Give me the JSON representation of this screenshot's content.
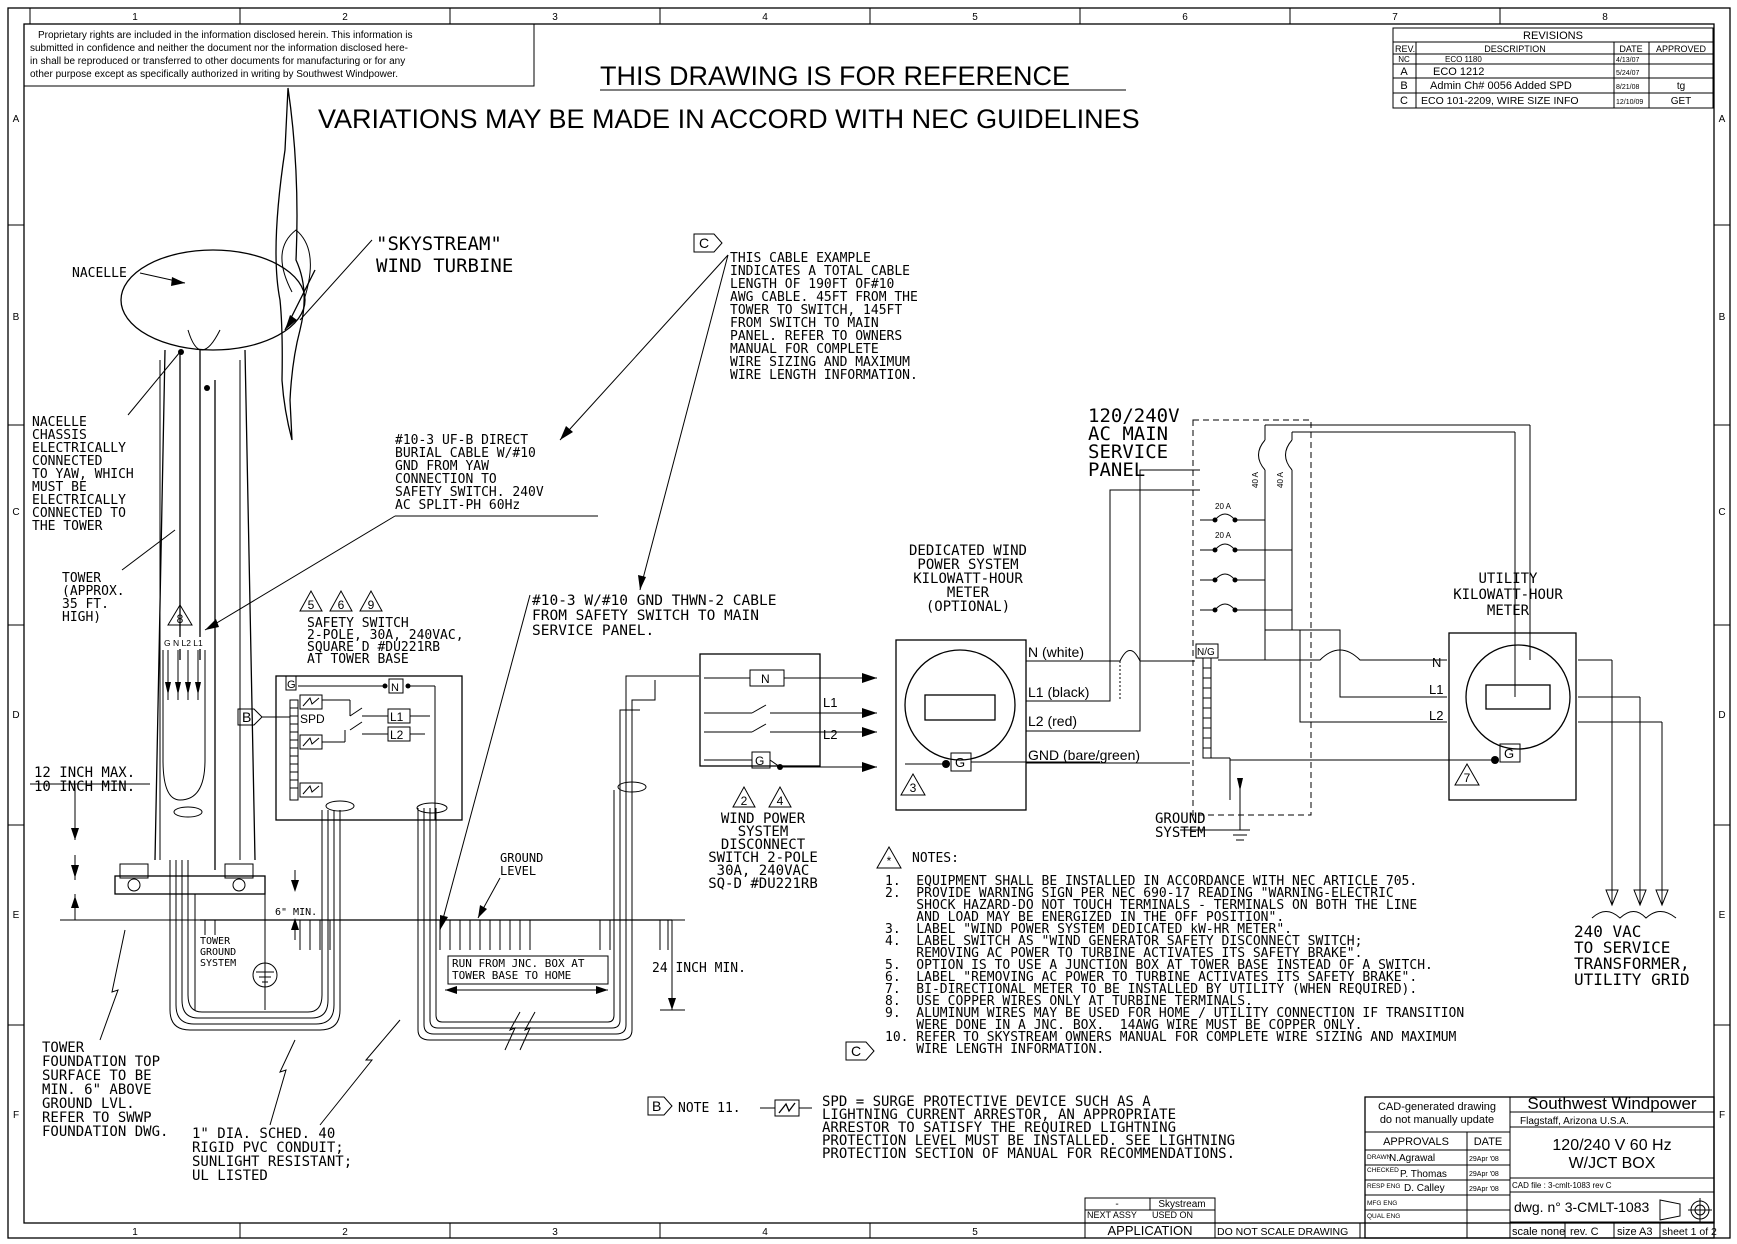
{
  "border": {
    "columns": [
      "1",
      "2",
      "3",
      "4",
      "5",
      "6",
      "7",
      "8"
    ],
    "rows": [
      "A",
      "B",
      "C",
      "D",
      "E",
      "F"
    ]
  },
  "proprietary": [
    "Proprietary rights are included in the information disclosed herein. This information is",
    "submitted in confidence and neither the document nor the information disclosed here-",
    "in shall be reproduced or transferred to other documents for manufacturing or for any",
    "other purpose except as specifically authorized in writing by Southwest Windpower."
  ],
  "headline": {
    "line1": "THIS DRAWING IS FOR REFERENCE",
    "line2": "VARIATIONS MAY BE MADE IN ACCORD WITH NEC GUIDELINES"
  },
  "revisions": {
    "title": "REVISIONS",
    "headers": [
      "REV.",
      "DESCRIPTION",
      "DATE",
      "APPROVED"
    ],
    "rows": [
      [
        "NC",
        "ECO 1180",
        "4/13/07",
        ""
      ],
      [
        "A",
        "ECO 1212",
        "5/24/07",
        ""
      ],
      [
        "B",
        "Admin Ch# 0056 Added SPD",
        "8/21/08",
        "tg"
      ],
      [
        "C",
        "ECO 101-2209, WIRE SIZE INFO",
        "12/10/09",
        "GET"
      ]
    ]
  },
  "labels": {
    "turbine": [
      "\"SKYSTREAM\"",
      "WIND TURBINE"
    ],
    "nacelle": "NACELLE",
    "chassis": [
      "NACELLE",
      "CHASSIS",
      "ELECTRICALLY",
      "CONNECTED",
      "TO YAW, WHICH",
      "MUST BE",
      "ELECTRICALLY",
      "CONNECTED TO",
      "THE TOWER"
    ],
    "tower": [
      "TOWER",
      "(APPROX.",
      "35 FT.",
      "HIGH)"
    ],
    "cable_example_mark": "C",
    "cable_example": [
      "THIS CABLE EXAMPLE",
      "INDICATES A TOTAL CABLE",
      "LENGTH OF 190FT OF#10",
      "AWG CABLE. 45FT FROM THE",
      "TOWER TO SWITCH, 145FT",
      "FROM SWITCH TO MAIN",
      "PANEL. REFER TO OWNERS",
      "MANUAL FOR COMPLETE",
      "WIRE SIZING AND MAXIMUM",
      "WIRE LENGTH INFORMATION."
    ],
    "uf_cable": [
      "#10-3 UF-B DIRECT",
      "BURIAL CABLE W/#10",
      "GND FROM YAW",
      "CONNECTION TO",
      "SAFETY SWITCH.  240V",
      "AC SPLIT-PH 60Hz"
    ],
    "thwn_cable": [
      "#10-3 W/#10 GND THWN-2 CABLE",
      "FROM SAFETY SWITCH TO MAIN",
      "SERVICE PANEL."
    ],
    "safety_tri": [
      "5",
      "6",
      "9"
    ],
    "safety_switch": [
      "SAFETY SWITCH",
      "2-POLE, 30A, 240VAC,",
      "SQUARE D #DU221RB",
      "AT TOWER BASE"
    ],
    "tri_8": "8",
    "gnl": "G N L2 L1",
    "b_mark": "B",
    "spd": "SPD",
    "sw_n": "N",
    "sw_g": "G",
    "sw_l1": "L1",
    "sw_l2": "L2",
    "twelve_inch": [
      "12 INCH MAX.",
      "10 INCH MIN."
    ],
    "six_min": "6\" MIN.",
    "tower_ground": [
      "TOWER",
      "GROUND",
      "SYSTEM"
    ],
    "ground_level": [
      "GROUND",
      "LEVEL"
    ],
    "run_from": [
      "RUN FROM JNC. BOX AT",
      "TOWER BASE TO HOME"
    ],
    "twentyfour": "24 INCH MIN.",
    "foundation": [
      "TOWER",
      "FOUNDATION TOP",
      "SURFACE TO BE",
      "MIN. 6\" ABOVE",
      "GROUND LVL.",
      "REFER TO SWWP",
      "FOUNDATION DWG."
    ],
    "conduit": [
      "1\" DIA. SCHED. 40",
      "RIGID PVC CONDUIT;",
      "SUNLIGHT RESISTANT;",
      "UL LISTED"
    ],
    "disc_tri": [
      "2",
      "4"
    ],
    "disc_switch": [
      "WIND POWER",
      "SYSTEM",
      "DISCONNECT",
      "SWITCH 2-POLE",
      "30A, 240VAC",
      "SQ-D #DU221RB"
    ],
    "ds_n": "N",
    "ds_g": "G",
    "ds_l1": "L1",
    "ds_l2": "L2",
    "ded_meter": [
      "DEDICATED WIND",
      "POWER SYSTEM",
      "KILOWATT-HOUR",
      "METER",
      "(OPTIONAL)"
    ],
    "tri_3": "3",
    "meter_g": "G",
    "wire_n": "N (white)",
    "wire_l1": "L1 (black)",
    "wire_l2": "L2 (red)",
    "wire_gnd": "GND (bare/green)",
    "panel": [
      "120/240V",
      "AC MAIN",
      "SERVICE",
      "PANEL"
    ],
    "breaker_20a": "20 A",
    "breaker_40a": "40 A",
    "ng": "N/G",
    "ground_system": [
      "GROUND",
      "SYSTEM"
    ],
    "util_meter": [
      "UTILITY",
      "KILOWATT-HOUR",
      "METER"
    ],
    "tri_7": "7",
    "util_n": "N",
    "util_l1": "L1",
    "util_l2": "L2",
    "util_g": "G",
    "vac": [
      "240 VAC",
      "TO SERVICE",
      "TRANSFORMER,",
      "UTILITY GRID"
    ],
    "notes_title": "NOTES:",
    "notes_mark": "*",
    "notes_c": "C",
    "note11_mark": "B",
    "note11_label": "NOTE 11.",
    "note11": [
      "SPD = SURGE PROTECTIVE DEVICE SUCH AS A",
      "LIGHTNING CURRENT ARRESTOR, AN APPROPRIATE",
      "ARRESTOR TO SATISFY THE REQUIRED LIGHTNING",
      "PROTECTION LEVEL MUST BE INSTALLED. SEE LIGHTNING",
      "PROTECTION SECTION OF MANUAL FOR RECOMMENDATIONS."
    ]
  },
  "notes": [
    "1.  EQUIPMENT SHALL BE INSTALLED IN ACCORDANCE WITH NEC ARTICLE 705.",
    "2.  PROVIDE WARNING SIGN PER NEC 690-17 READING \"WARNING-ELECTRIC",
    "    SHOCK HAZARD-DO NOT TOUCH TERMINALS - TERMINALS ON BOTH THE LINE",
    "    AND LOAD MAY BE ENERGIZED IN THE OFF POSITION\".",
    "3.  LABEL \"WIND POWER SYSTEM DEDICATED kW-HR METER\".",
    "4.  LABEL SWITCH AS \"WIND GENERATOR SAFETY DISCONNECT SWITCH;",
    "    REMOVING AC POWER TO TURBINE ACTIVATES ITS SAFETY BRAKE\".",
    "5.  OPTION IS TO USE A JUNCTION BOX AT TOWER BASE INSTEAD OF A SWITCH.",
    "6.  LABEL \"REMOVING AC POWER TO TURBINE ACTIVATES ITS SAFETY BRAKE\".",
    "7.  BI-DIRECTIONAL METER TO BE INSTALLED BY UTILITY (WHEN REQUIRED).",
    "8.  USE COPPER WIRES ONLY AT TURBINE TERMINALS.",
    "9.  ALUMINUM WIRES MAY BE USED FOR HOME / UTILITY CONNECTION IF TRANSITION",
    "    WERE DONE IN A JNC. BOX.  14AWG WIRE MUST BE COPPER ONLY.",
    "10. REFER TO SKYSTREAM OWNERS MANUAL FOR COMPLETE WIRE SIZING AND MAXIMUM",
    "    WIRE LENGTH INFORMATION."
  ],
  "title_block": {
    "cad1": "CAD-generated drawing",
    "cad2": "do not manually update",
    "company": "Southwest Windpower",
    "location": "Flagstaff, Arizona  U.S.A.",
    "approvals": "APPROVALS",
    "date": "DATE",
    "title1": "120/240 V 60 Hz",
    "title2": "W/JCT BOX",
    "drawn_lbl": "DRAWN",
    "drawn": "N.Agrawal",
    "drawn_date": "29Apr '08",
    "checked_lbl": "CHECKED",
    "checked": "P. Thomas",
    "checked_date": "29Apr '08",
    "resp_lbl": "RESP ENG",
    "resp": "D. Calley",
    "resp_date": "29Apr '08",
    "mfg_lbl": "MFG ENG",
    "qual_lbl": "QUAL ENG",
    "cad_file": "CAD file : 3-cmlt-1083 rev C",
    "dwg": "dwg. n° 3-CMLT-1083",
    "scale": "scale none",
    "rev": "rev. C",
    "size": "size A3",
    "sheet": "sheet 1 of 2",
    "dash": "-",
    "skystream": "Skystream",
    "next_assy": "NEXT ASSY",
    "used_on": "USED ON",
    "application": "APPLICATION",
    "do_not_scale": "DO NOT SCALE DRAWING"
  }
}
